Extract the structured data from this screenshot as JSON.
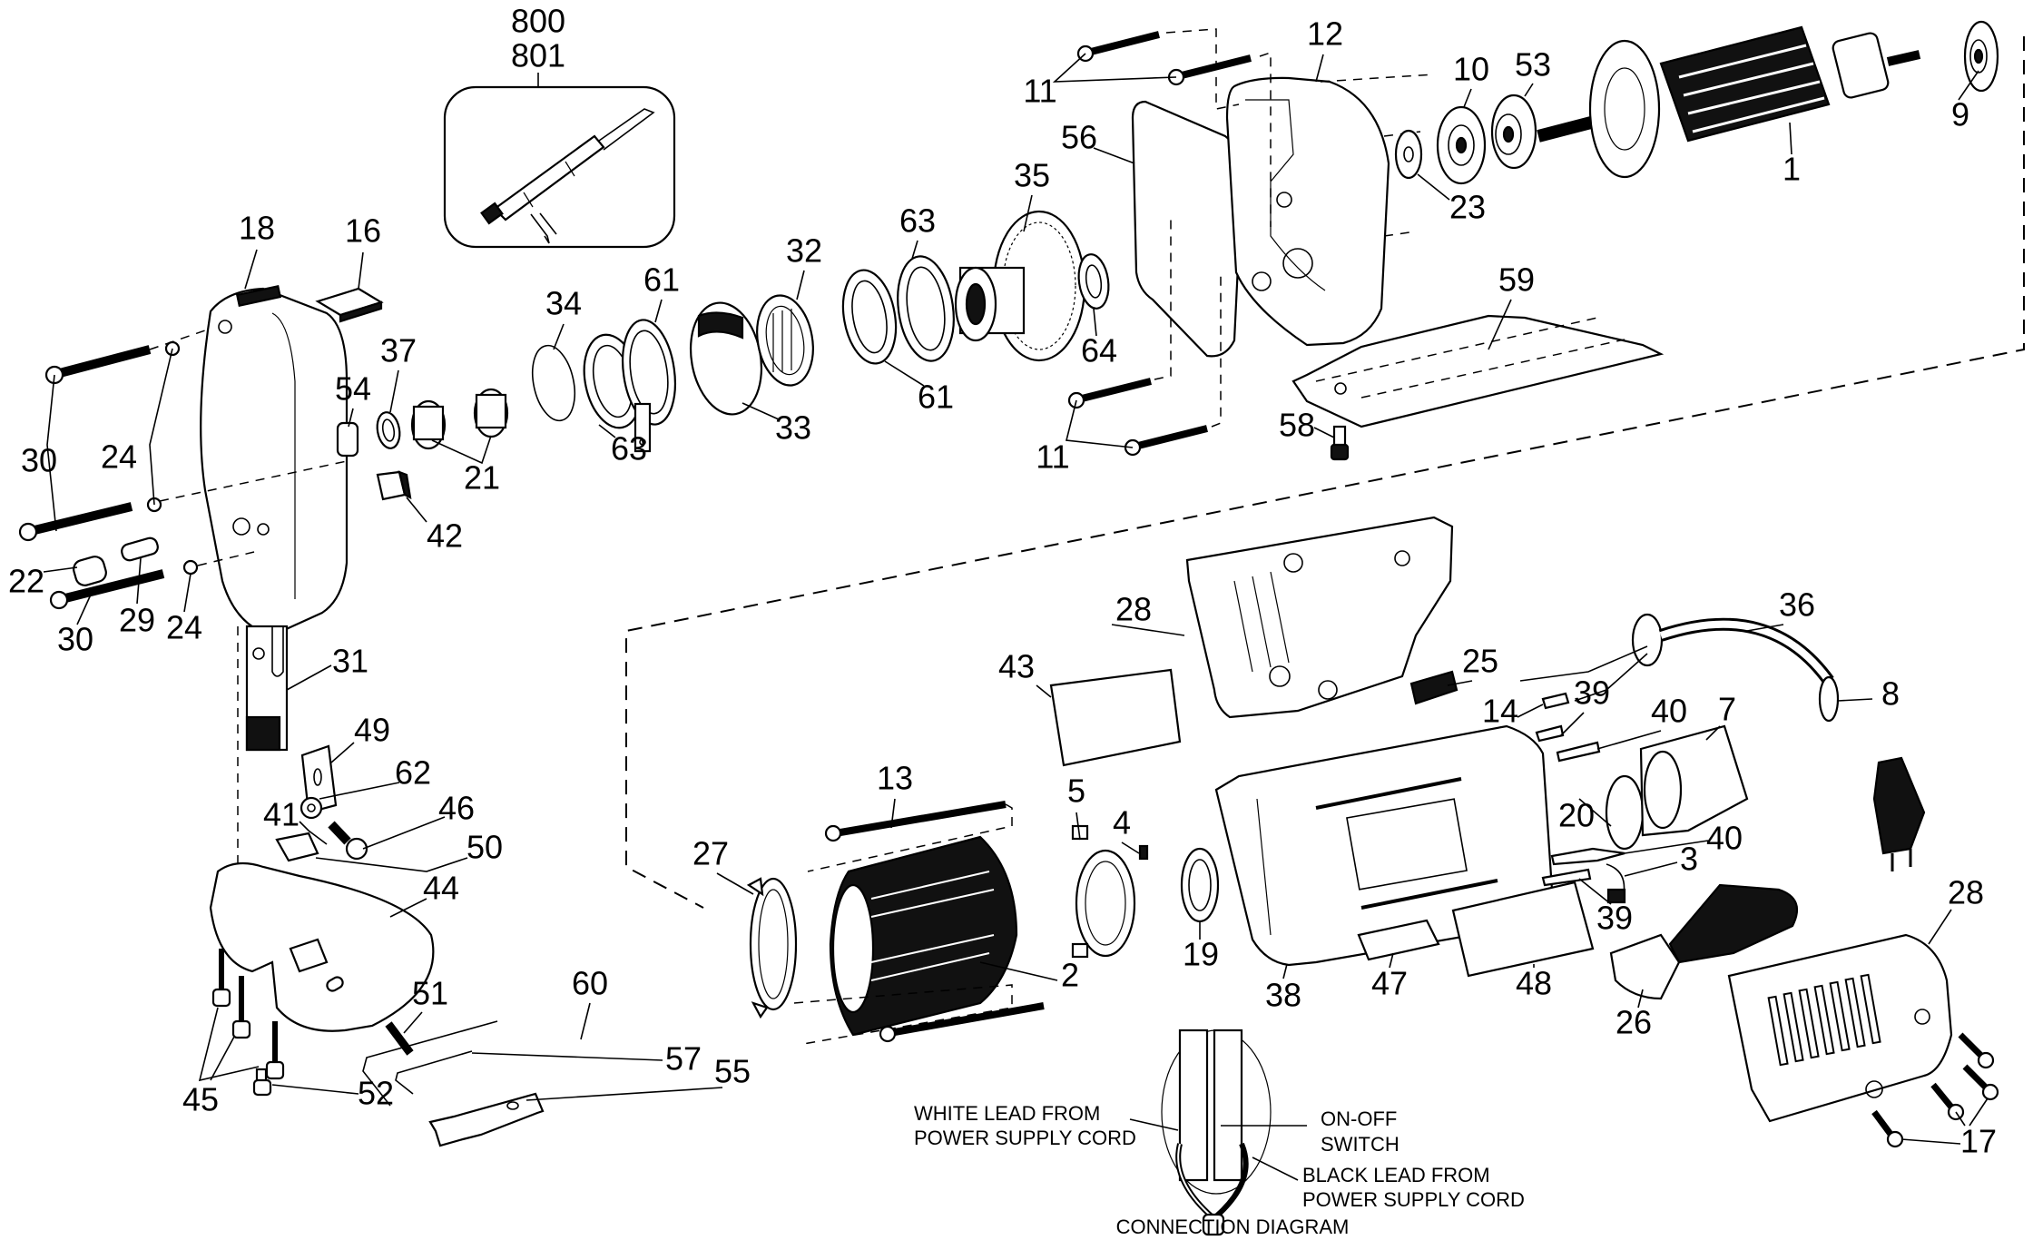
{
  "diagram": {
    "title": "Exploded parts diagram - jig saw",
    "inset": {
      "labels": [
        "800",
        "801"
      ]
    },
    "callouts": [
      {
        "id": "c800",
        "text": "800"
      },
      {
        "id": "c801",
        "text": "801"
      },
      {
        "id": "c18",
        "text": "18"
      },
      {
        "id": "c16",
        "text": "16"
      },
      {
        "id": "c11a",
        "text": "11"
      },
      {
        "id": "c12",
        "text": "12"
      },
      {
        "id": "c10",
        "text": "10"
      },
      {
        "id": "c53",
        "text": "53"
      },
      {
        "id": "c9",
        "text": "9"
      },
      {
        "id": "c1",
        "text": "1"
      },
      {
        "id": "c56",
        "text": "56"
      },
      {
        "id": "c35",
        "text": "35"
      },
      {
        "id": "c63a",
        "text": "63"
      },
      {
        "id": "c32",
        "text": "32"
      },
      {
        "id": "c23",
        "text": "23"
      },
      {
        "id": "c34",
        "text": "34"
      },
      {
        "id": "c61a",
        "text": "61"
      },
      {
        "id": "c37",
        "text": "37"
      },
      {
        "id": "c54",
        "text": "54"
      },
      {
        "id": "c21",
        "text": "21"
      },
      {
        "id": "c63b",
        "text": "63"
      },
      {
        "id": "c33",
        "text": "33"
      },
      {
        "id": "c61b",
        "text": "61"
      },
      {
        "id": "c64",
        "text": "64"
      },
      {
        "id": "c11b",
        "text": "11"
      },
      {
        "id": "c58",
        "text": "58"
      },
      {
        "id": "c59",
        "text": "59"
      },
      {
        "id": "c30a",
        "text": "30"
      },
      {
        "id": "c24a",
        "text": "24"
      },
      {
        "id": "c42",
        "text": "42"
      },
      {
        "id": "c22",
        "text": "22"
      },
      {
        "id": "c29",
        "text": "29"
      },
      {
        "id": "c24b",
        "text": "24"
      },
      {
        "id": "c30b",
        "text": "30"
      },
      {
        "id": "c31",
        "text": "31"
      },
      {
        "id": "c49",
        "text": "49"
      },
      {
        "id": "c62",
        "text": "62"
      },
      {
        "id": "c46",
        "text": "46"
      },
      {
        "id": "c41",
        "text": "41"
      },
      {
        "id": "c50",
        "text": "50"
      },
      {
        "id": "c44",
        "text": "44"
      },
      {
        "id": "c45",
        "text": "45"
      },
      {
        "id": "c51",
        "text": "51"
      },
      {
        "id": "c52",
        "text": "52"
      },
      {
        "id": "c60",
        "text": "60"
      },
      {
        "id": "c57",
        "text": "57"
      },
      {
        "id": "c55",
        "text": "55"
      },
      {
        "id": "c28a",
        "text": "28"
      },
      {
        "id": "c43",
        "text": "43"
      },
      {
        "id": "c25",
        "text": "25"
      },
      {
        "id": "c36",
        "text": "36"
      },
      {
        "id": "c8",
        "text": "8"
      },
      {
        "id": "c14",
        "text": "14"
      },
      {
        "id": "c39a",
        "text": "39"
      },
      {
        "id": "c40a",
        "text": "40"
      },
      {
        "id": "c7",
        "text": "7"
      },
      {
        "id": "c13",
        "text": "13"
      },
      {
        "id": "c5",
        "text": "5"
      },
      {
        "id": "c4",
        "text": "4"
      },
      {
        "id": "c27",
        "text": "27"
      },
      {
        "id": "c2",
        "text": "2"
      },
      {
        "id": "c19",
        "text": "19"
      },
      {
        "id": "c38",
        "text": "38"
      },
      {
        "id": "c47",
        "text": "47"
      },
      {
        "id": "c48",
        "text": "48"
      },
      {
        "id": "c20",
        "text": "20"
      },
      {
        "id": "c40b",
        "text": "40"
      },
      {
        "id": "c3",
        "text": "3"
      },
      {
        "id": "c39b",
        "text": "39"
      },
      {
        "id": "c26",
        "text": "26"
      },
      {
        "id": "c28b",
        "text": "28"
      },
      {
        "id": "c17",
        "text": "17"
      }
    ],
    "connection_diagram": {
      "caption": "CONNECTION DIAGRAM",
      "white_lead": [
        "WHITE LEAD FROM",
        "POWER SUPPLY CORD"
      ],
      "switch": [
        "ON-OFF",
        "SWITCH"
      ],
      "black_lead": [
        "BLACK LEAD FROM",
        "POWER SUPPLY CORD"
      ]
    }
  }
}
